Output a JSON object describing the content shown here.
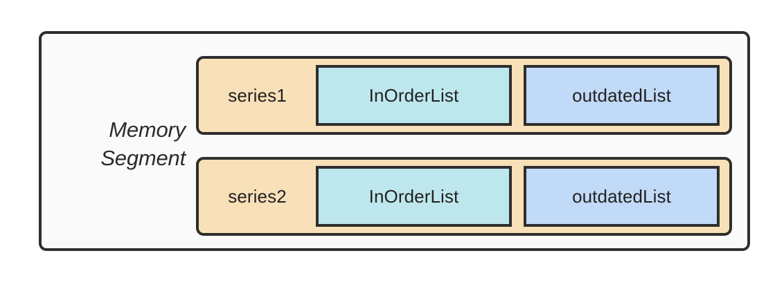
{
  "diagram": {
    "title": "Memory Segment",
    "caption": "Memory\nSegment",
    "colors": {
      "page_background": "#ffffff",
      "container_fill": "#fafafa",
      "stroke": "#2e2e2e",
      "series_fill": "#f8e0b8",
      "inorder_fill": "#bde7ed",
      "outdated_fill": "#c1daf7",
      "text": "#222222"
    },
    "rows": [
      {
        "series_label": "series1",
        "boxes": [
          {
            "label": "InOrderList",
            "kind": "inorder"
          },
          {
            "label": "outdatedList",
            "kind": "outdated"
          }
        ]
      },
      {
        "series_label": "series2",
        "boxes": [
          {
            "label": "InOrderList",
            "kind": "inorder"
          },
          {
            "label": "outdatedList",
            "kind": "outdated"
          }
        ]
      }
    ]
  }
}
